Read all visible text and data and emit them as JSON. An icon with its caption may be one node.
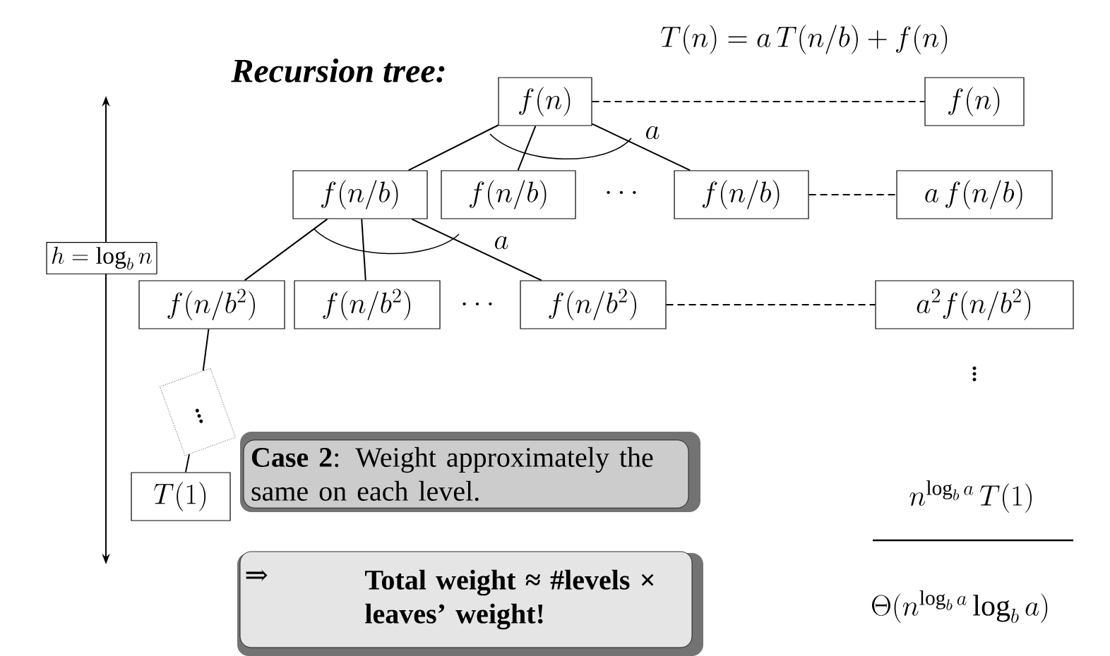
{
  "diagram": {
    "title": "Recursion tree:",
    "nodes": [
      {
        "text": [
          "f(n)"
        ]
      },
      {
        "text": [
          "f(n/b)"
        ]
      },
      {
        "text": [
          "f(n/b)"
        ]
      },
      {
        "text": [
          "f(n/b)"
        ]
      },
      {
        "text": [
          "f(n/b^{2})"
        ]
      },
      {
        "text": [
          "f(n/b^{2})"
        ]
      },
      {
        "text": [
          "f(n/b^{2})"
        ]
      },
      {
        "text": [
          "\\vdots"
        ]
      },
      {
        "text": [
          "T(1)"
        ]
      },
      {
        "text": [
          "f(n)"
        ]
      },
      {
        "text": [
          "a\\,f(n/b)"
        ]
      },
      {
        "text": [
          "a^{2} f(n/b^{2})"
        ]
      },
      {
        "text": [
          "h = \\log_{b} n"
        ]
      },
      {
        "text": [
          "**Case 2**: Weight approximately the same on each level."
        ]
      },
      {
        "text": [
          "⇒",
          "Total weight ≈ #levels × leaves’ weight!"
        ]
      }
    ],
    "edges": [
      {
        "from": 0,
        "to": 1,
        "arrow": "none"
      },
      {
        "from": 0,
        "to": 2,
        "arrow": "none"
      },
      {
        "from": 0,
        "to": 3,
        "arrow": "none"
      },
      {
        "from": 1,
        "to": 4,
        "arrow": "none"
      },
      {
        "from": 1,
        "to": 5,
        "arrow": "none"
      },
      {
        "from": 1,
        "to": 6,
        "arrow": "none"
      },
      {
        "from": 4,
        "to": 7,
        "arrow": "none"
      },
      {
        "from": 7,
        "to": 8,
        "arrow": "none"
      },
      {
        "from": 0,
        "to": 9,
        "arrow": "none",
        "style": "dashed"
      },
      {
        "from": 3,
        "to": 10,
        "arrow": "none",
        "style": "dashed"
      },
      {
        "from": 6,
        "to": 11,
        "arrow": "none",
        "style": "dashed"
      }
    ],
    "labels": [
      "T(n) = a\\,T(n/b) + f(n)",
      "a",
      "a",
      "\\cdots",
      "\\cdots",
      "\\vdots",
      "n^{\\log_{b} a}\\,T(1)",
      "\\Theta(n^{\\log_b a} \\log_b a)"
    ]
  }
}
